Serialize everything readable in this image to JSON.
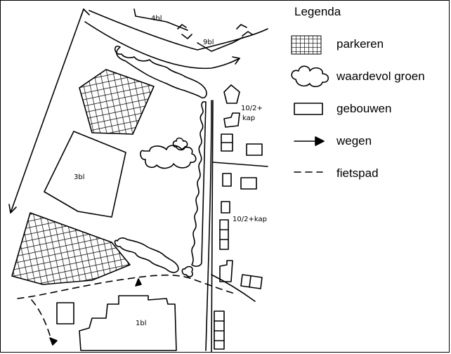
{
  "legend": {
    "title": "Legenda",
    "items": [
      {
        "key": "parking",
        "label": "parkeren"
      },
      {
        "key": "green",
        "label": "waardevol groen"
      },
      {
        "key": "buildings",
        "label": "gebouwen"
      },
      {
        "key": "roads",
        "label": "wegen"
      },
      {
        "key": "bikepath",
        "label": "fietspad"
      }
    ]
  },
  "labels": {
    "top_building_a": "4bl",
    "top_building_b": "9bl",
    "large_building": "3bl",
    "bottom_building": "1bl",
    "houses_upper_a": "10/2+",
    "houses_upper_b": "kap",
    "houses_middle": "10/2+kap"
  }
}
